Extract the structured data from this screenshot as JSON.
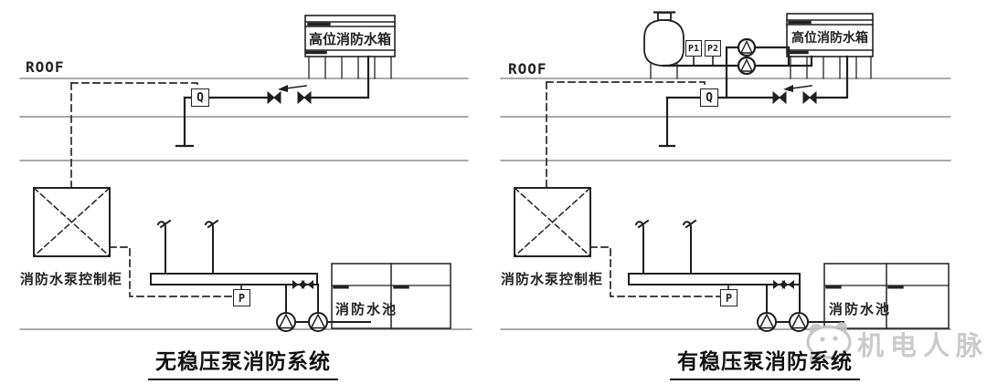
{
  "canvas": {
    "background": "#ffffff"
  },
  "colors": {
    "pipe": "#1f1f1f",
    "floor_line": "#777777",
    "dashed": "#2a2a2a",
    "watermark": "#c3c3c3"
  },
  "watermark": {
    "brand": "机电人脉"
  },
  "left": {
    "caption": "无稳压泵消防系统",
    "roof": "ROOF",
    "tank": "高位消防水箱",
    "flow_meter": "Q",
    "pressure_switch": "P",
    "cabinet": "消防水泵控制柜",
    "pool": "消防水池"
  },
  "right": {
    "caption": "有稳压泵消防系统",
    "roof": "ROOF",
    "tank": "高位消防水箱",
    "flow_meter": "Q",
    "pressure_switch": "P",
    "pressure_gauge_1": "P1",
    "pressure_gauge_2": "P2",
    "cabinet": "消防水泵控制柜",
    "pool": "消防水池"
  }
}
